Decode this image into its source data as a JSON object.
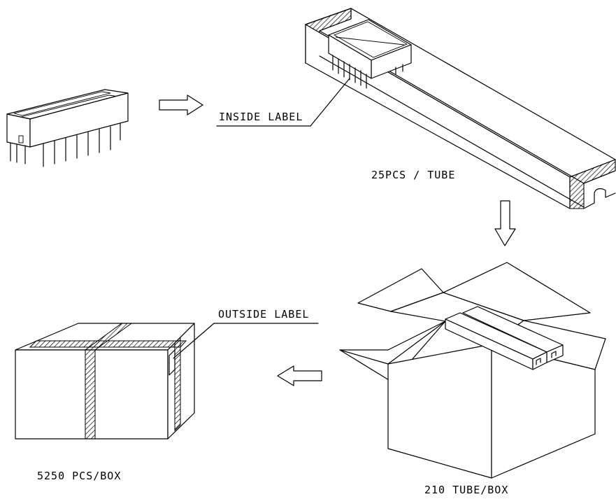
{
  "labels": {
    "inside_label": "INSIDE LABEL",
    "tube_quantity": "25PCS / TUBE",
    "outside_label": "OUTSIDE LABEL",
    "box_pieces": "5250 PCS/BOX",
    "box_tubes": "210 TUBE/BOX"
  },
  "colors": {
    "line": "#000000",
    "background": "#ffffff"
  }
}
